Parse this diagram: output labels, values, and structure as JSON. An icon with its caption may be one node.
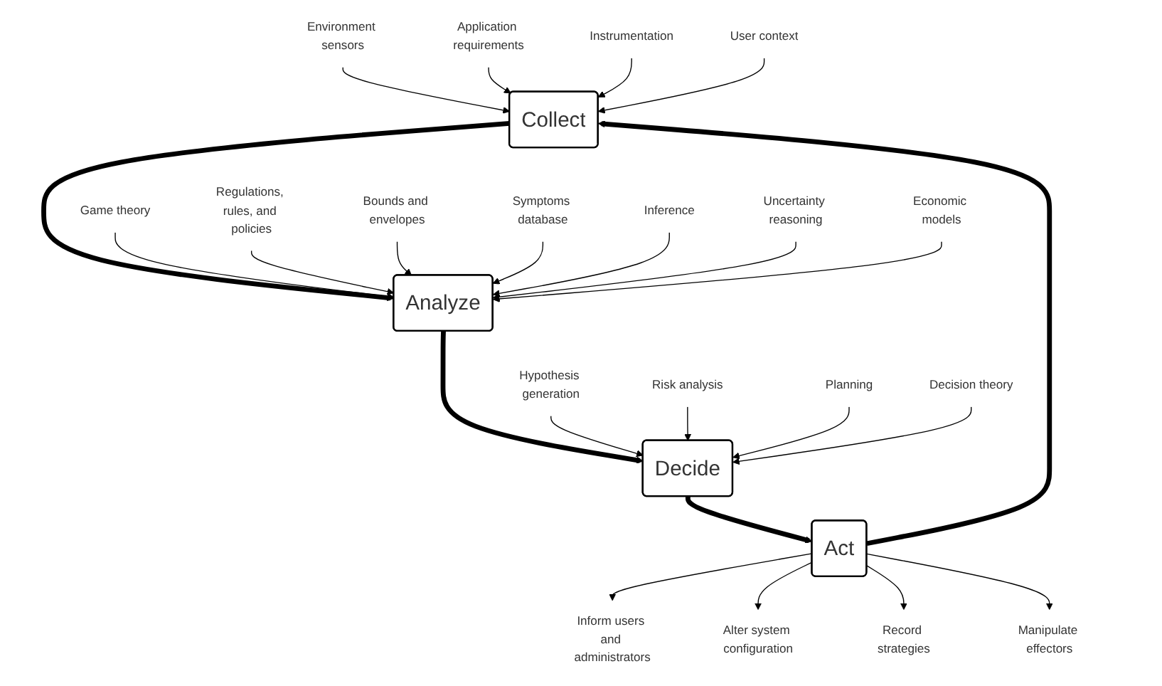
{
  "diagram": {
    "nodes": [
      {
        "text": [
          "Collect"
        ]
      },
      {
        "text": [
          "Analyze"
        ]
      },
      {
        "text": [
          "Decide"
        ]
      },
      {
        "text": [
          "Act"
        ]
      },
      {
        "text": [
          "Environment sensors"
        ]
      },
      {
        "text": [
          "Application requirements"
        ]
      },
      {
        "text": [
          "Instrumentation"
        ]
      },
      {
        "text": [
          "User context"
        ]
      },
      {
        "text": [
          "Game theory"
        ]
      },
      {
        "text": [
          "Regulations, rules, and policies"
        ]
      },
      {
        "text": [
          "Bounds and envelopes"
        ]
      },
      {
        "text": [
          "Symptoms database"
        ]
      },
      {
        "text": [
          "Inference"
        ]
      },
      {
        "text": [
          "Uncertainty reasoning"
        ]
      },
      {
        "text": [
          "Economic models"
        ]
      },
      {
        "text": [
          "Hypothesis generation"
        ]
      },
      {
        "text": [
          "Risk analysis"
        ]
      },
      {
        "text": [
          "Planning"
        ]
      },
      {
        "text": [
          "Decision theory"
        ]
      },
      {
        "text": [
          "Inform users and administrators"
        ]
      },
      {
        "text": [
          "Alter system configuration"
        ]
      },
      {
        "text": [
          "Record strategies"
        ]
      },
      {
        "text": [
          "Manipulate effectors"
        ]
      }
    ],
    "edges": [
      {
        "from": 0,
        "to": 1,
        "arrow": "to",
        "style": "thick"
      },
      {
        "from": 1,
        "to": 2,
        "arrow": "to",
        "style": "thick"
      },
      {
        "from": 2,
        "to": 3,
        "arrow": "to",
        "style": "thick"
      },
      {
        "from": 3,
        "to": 0,
        "arrow": "to",
        "style": "thick"
      },
      {
        "from": 4,
        "to": 0,
        "arrow": "to"
      },
      {
        "from": 5,
        "to": 0,
        "arrow": "to"
      },
      {
        "from": 6,
        "to": 0,
        "arrow": "to"
      },
      {
        "from": 7,
        "to": 0,
        "arrow": "to"
      },
      {
        "from": 8,
        "to": 1,
        "arrow": "to"
      },
      {
        "from": 9,
        "to": 1,
        "arrow": "to"
      },
      {
        "from": 10,
        "to": 1,
        "arrow": "to"
      },
      {
        "from": 11,
        "to": 1,
        "arrow": "to"
      },
      {
        "from": 12,
        "to": 1,
        "arrow": "to"
      },
      {
        "from": 13,
        "to": 1,
        "arrow": "to"
      },
      {
        "from": 14,
        "to": 1,
        "arrow": "to"
      },
      {
        "from": 15,
        "to": 2,
        "arrow": "to"
      },
      {
        "from": 16,
        "to": 2,
        "arrow": "to"
      },
      {
        "from": 17,
        "to": 2,
        "arrow": "to"
      },
      {
        "from": 18,
        "to": 2,
        "arrow": "to"
      },
      {
        "from": 3,
        "to": 19,
        "arrow": "to"
      },
      {
        "from": 3,
        "to": 20,
        "arrow": "to"
      },
      {
        "from": 3,
        "to": 21,
        "arrow": "to"
      },
      {
        "from": 3,
        "to": 22,
        "arrow": "to"
      }
    ]
  }
}
